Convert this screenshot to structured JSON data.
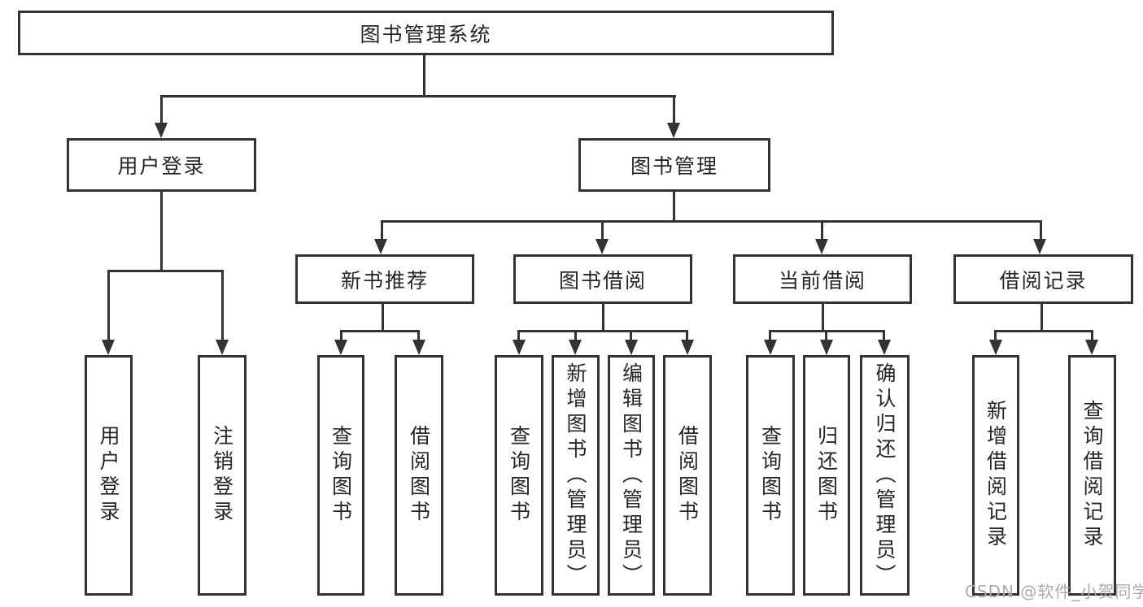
{
  "tree": {
    "root": {
      "label": "图书管理系统",
      "login": {
        "label": "用户登录",
        "user_login": {
          "label": "用户登录"
        },
        "logout": {
          "label": "注销登录"
        }
      },
      "management": {
        "label": "图书管理",
        "new_books": {
          "label": "新书推荐",
          "query_books": {
            "label": "查询图书"
          },
          "borrow_books": {
            "label": "借阅图书"
          }
        },
        "book_borrow": {
          "label": "图书借阅",
          "query_books": {
            "label": "查询图书"
          },
          "add_books": {
            "label": "新增图书（管理员）"
          },
          "edit_books": {
            "label": "编辑图书（管理员）"
          },
          "borrow_books": {
            "label": "借阅图书"
          }
        },
        "current_borrow": {
          "label": "当前借阅",
          "query_books": {
            "label": "查询图书"
          },
          "return_books": {
            "label": "归还图书"
          },
          "confirm_return": {
            "label": "确认归还（管理员）"
          }
        },
        "borrow_records": {
          "label": "借阅记录",
          "add_record": {
            "label": "新增借阅记录"
          },
          "query_record": {
            "label": "查询借阅记录"
          }
        }
      }
    }
  },
  "watermark": {
    "text": "CSDN @软件_小贺同学"
  },
  "colors": {
    "line": "#333333",
    "box_border": "#333333",
    "box_background": "#ffffff",
    "text": "#262626",
    "watermark": "#aaaaaa",
    "background": "#ffffff"
  }
}
